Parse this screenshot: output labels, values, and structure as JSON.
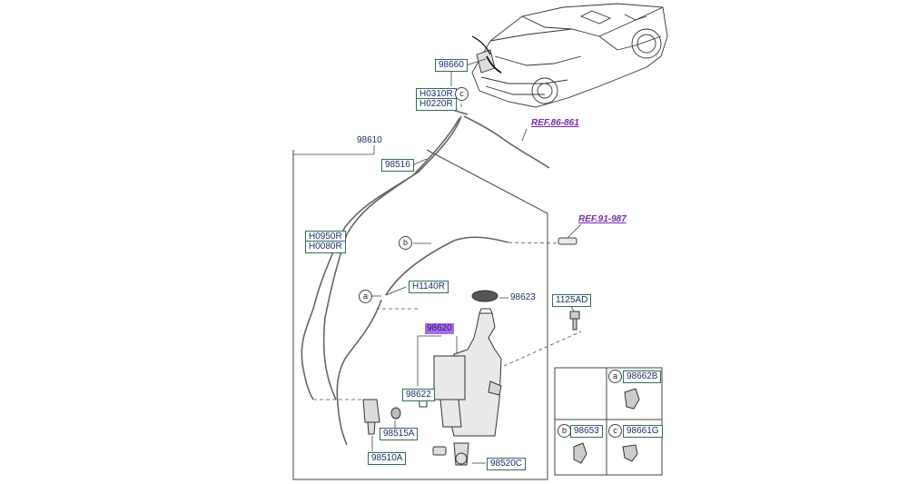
{
  "parts": {
    "p98660": "98660",
    "h0310r": "H0310R",
    "h0220r": "H0220R",
    "ref_86_861": "REF.86-861",
    "p98610": "98610",
    "p98516": "98516",
    "ref_91_987": "REF.91-987",
    "h0950r": "H0950R",
    "h0080r": "H0080R",
    "h1140r": "H1140R",
    "p98623": "98623",
    "p1125ad": "1125AD",
    "p98620": "98620",
    "p98622": "98622",
    "p98515a": "98515A",
    "p98510a": "98510A",
    "p98520c": "98520C",
    "p98662b": "98662B",
    "p98653": "98653",
    "p98661g": "98661G"
  },
  "callouts": {
    "a": "a",
    "b": "b",
    "c": "c"
  },
  "colors": {
    "label_text": "#1f2f6b",
    "label_border": "#2f6f56",
    "ref_text": "#7a2aa8",
    "highlight": "#a86cf0",
    "line": "#555555"
  }
}
